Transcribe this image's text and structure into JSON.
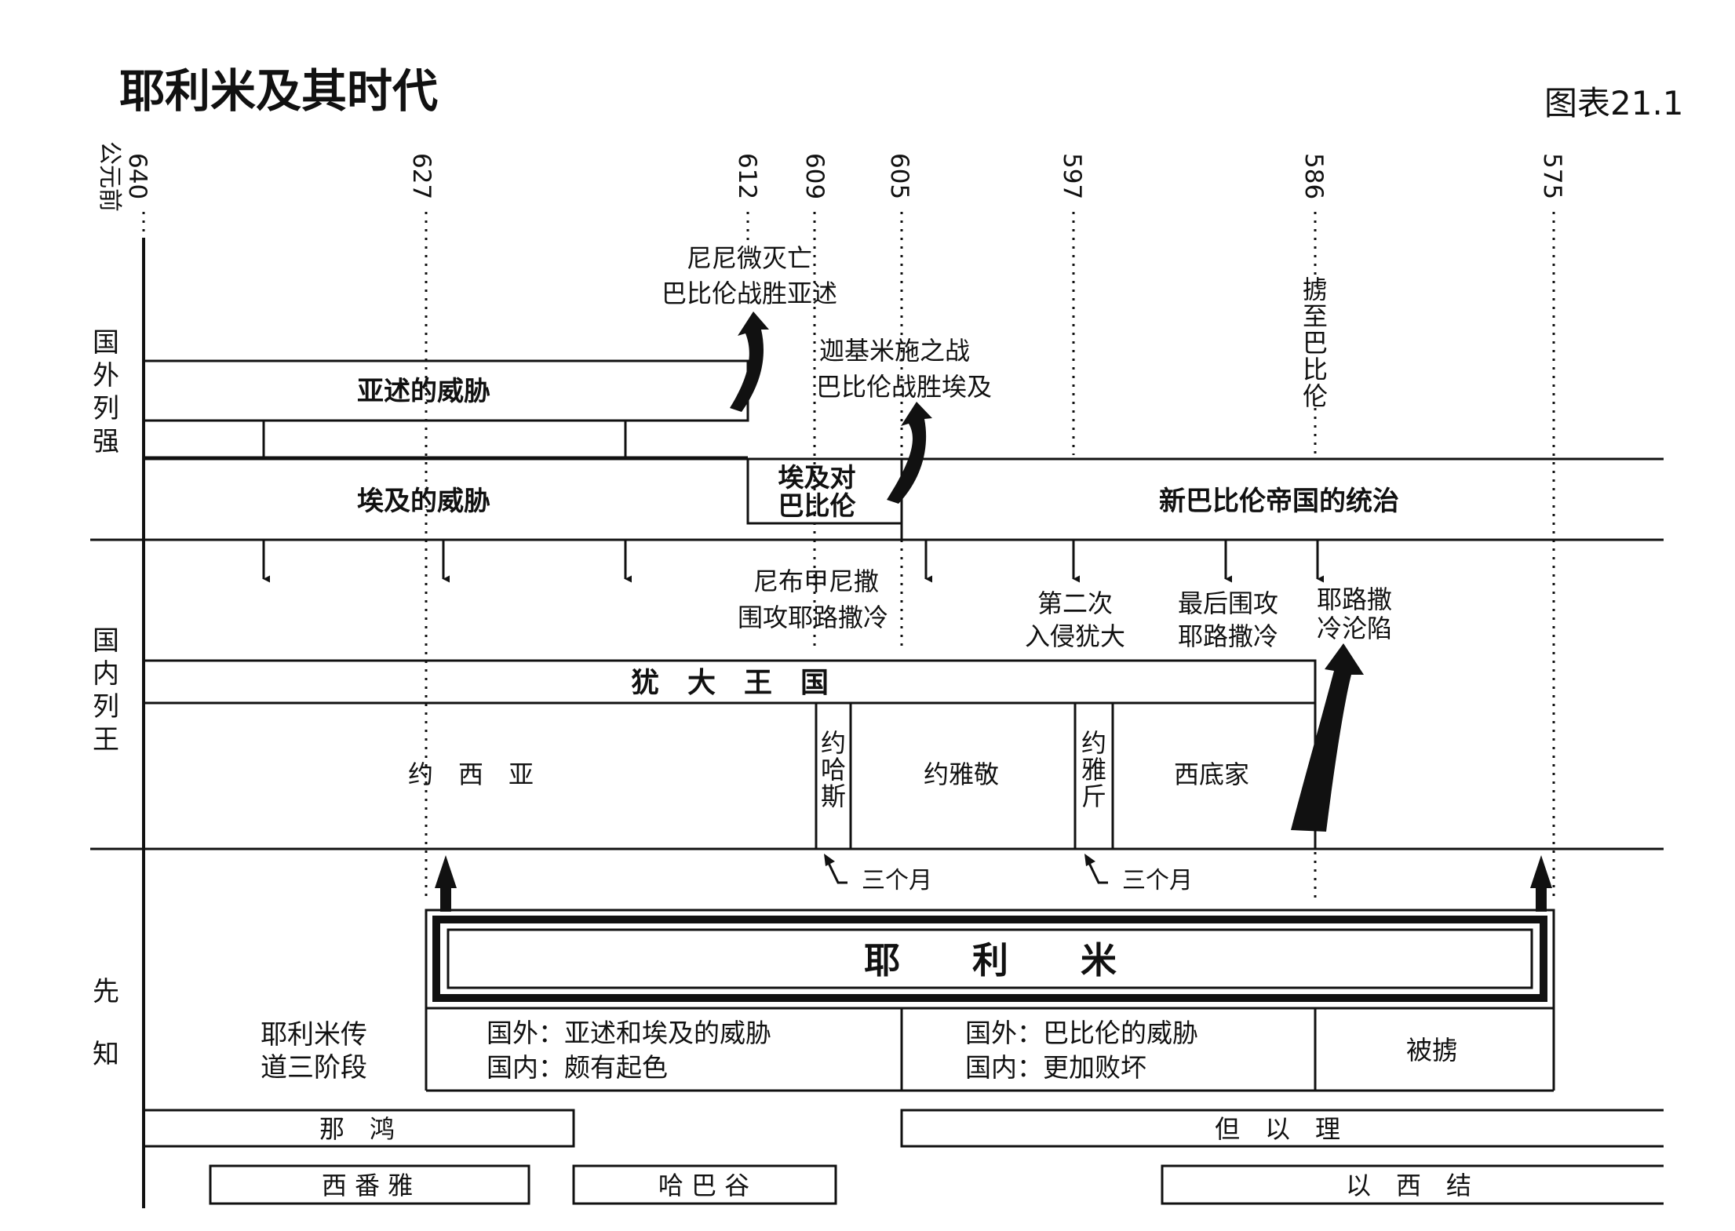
{
  "title": "耶利米及其时代",
  "chart_no": "图表21.1",
  "era_label": "公元前",
  "years": [
    "640",
    "627",
    "612",
    "609",
    "605",
    "597",
    "586",
    "575"
  ],
  "sections": {
    "foreign": "国外列强",
    "domestic": "国内列王",
    "prophets": "先知"
  },
  "foreign": {
    "assyria": "亚述的威胁",
    "egypt": "埃及的威胁",
    "egypt_vs_babylon": "埃及对巴比伦",
    "neo_babylon": "新巴比伦帝国的统治",
    "nineveh_fall_1": "尼尼微灭亡",
    "nineveh_fall_2": "巴比伦战胜亚述",
    "carchemish_1": "迦基米施之战",
    "carchemish_2": "巴比伦战胜埃及",
    "exile_vertical": "掳至巴比伦"
  },
  "events": {
    "neb_siege_1": "尼布甲尼撒",
    "neb_siege_2": "围攻耶路撒冷",
    "second_invasion_1": "第二次",
    "second_invasion_2": "入侵犹大",
    "final_siege_1": "最后围攻",
    "final_siege_2": "耶路撒冷",
    "fall_1": "耶路撒",
    "fall_2": "冷沦陷"
  },
  "kings": {
    "kingdom": "犹　大　王　国",
    "josiah": "约　西　亚",
    "jehoahaz": "约哈斯",
    "jehoiakim": "约雅敬",
    "jehoiachin": "约雅斤",
    "zedekiah": "西底家",
    "three_months_1": "三个月",
    "three_months_2": "三个月"
  },
  "prophets": {
    "jeremiah": "耶　　利　　米",
    "stages_1": "耶利米传",
    "stages_2": "道三阶段",
    "phase1_line1": "国外：亚述和埃及的威胁",
    "phase1_line2": "国内：颇有起色",
    "phase2_line1": "国外：巴比伦的威胁",
    "phase2_line2": "国内：更加败坏",
    "phase3": "被掳",
    "nahum": "那　鸿",
    "daniel": "但　以　理",
    "zephaniah": "西 番 雅",
    "habakkuk": "哈 巴 谷",
    "ezekiel": "以　西　结"
  }
}
